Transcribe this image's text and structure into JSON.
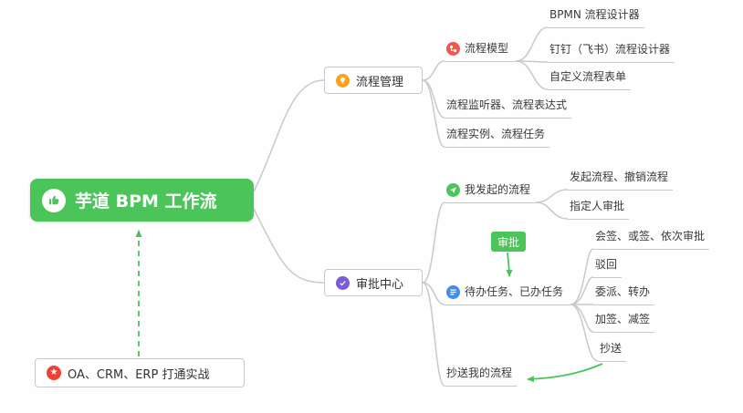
{
  "root": {
    "label": "芋道 BPM 工作流"
  },
  "nodes": {
    "process_mgmt": "流程管理",
    "process_model": "流程模型",
    "bpmn": "BPMN 流程设计器",
    "dingtalk": "钉钉（飞书）流程设计器",
    "custom_form": "自定义流程表单",
    "listener": "流程监听器、流程表达式",
    "instance": "流程实例、流程任务",
    "approval_center": "审批中心",
    "my_initiated": "我发起的流程",
    "initiate": "发起流程、撤销流程",
    "assignee": "指定人审批",
    "approval_tag": "审批",
    "todo": "待办任务、已办任务",
    "countersign": "会签、或签、依次审批",
    "reject": "驳回",
    "delegate": "委派、转办",
    "addsign": "加签、减签",
    "cc": "抄送",
    "cc_my": "抄送我的流程",
    "oa": "OA、CRM、ERP 打通实战"
  },
  "icons": {
    "root": "thumbs-up",
    "process_mgmt": "lightbulb",
    "process_model": "flow-model",
    "approval_center": "approval-check",
    "my_initiated": "paper-plane",
    "todo": "task-list",
    "oa": "star"
  },
  "colors": {
    "root_green": "#4bc45a",
    "arrow_green": "#4bc45a",
    "orange_icon": "#f5a31a",
    "red_icon": "#f2574d",
    "green_icon": "#4bc45a",
    "blue_icon": "#3f8cf3",
    "purple_icon": "#7a5cd6",
    "star_red": "#ee4035",
    "line_gray": "#c9c9c9"
  }
}
